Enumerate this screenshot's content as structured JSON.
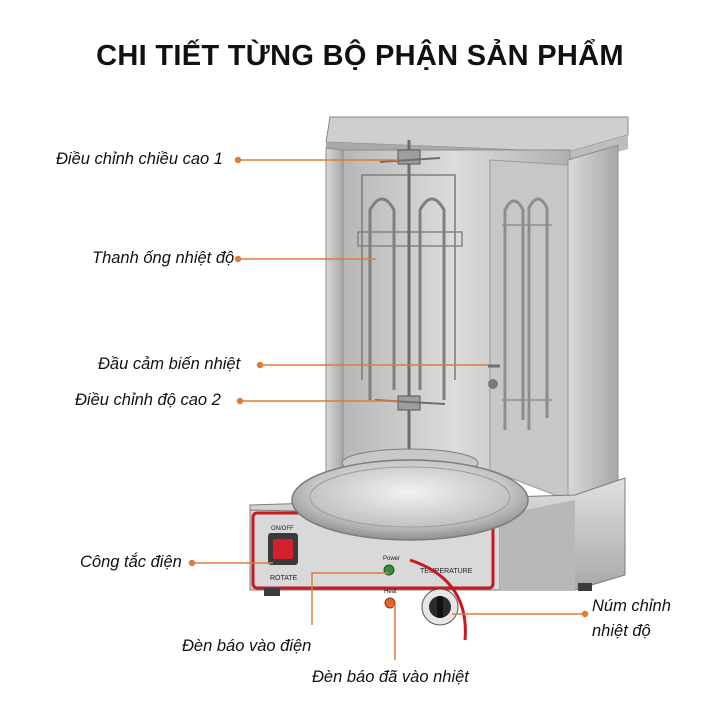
{
  "title": "CHI TIẾT TỪNG BỘ PHẬN SẢN PHẨM",
  "colors": {
    "leader_line": "#E07B39",
    "steel_light": "#E8E8E8",
    "steel_mid": "#BDBDBD",
    "steel_dark": "#8C8C8C",
    "switch_red": "#D3202A",
    "panel_accent": "#C8191F"
  },
  "labels": {
    "height_adjust_1": "Điều chỉnh chiều cao 1",
    "heating_tube": "Thanh ống nhiệt độ",
    "temp_sensor": "Đầu cảm biến nhiệt",
    "height_adjust_2": "Điều chỉnh độ cao 2",
    "power_switch": "Công tắc điện",
    "temp_knob_line1": "Núm chỉnh",
    "temp_knob_line2": "nhiệt độ",
    "power_indicator": "Đèn báo vào điện",
    "heat_indicator": "Đèn báo đã vào nhiệt"
  },
  "panel": {
    "switch_text": "ON/OFF",
    "rotate_text": "ROTATE",
    "temperature_text": "TEMPERATURE",
    "power_text": "Power",
    "heat_text": "Heat"
  }
}
